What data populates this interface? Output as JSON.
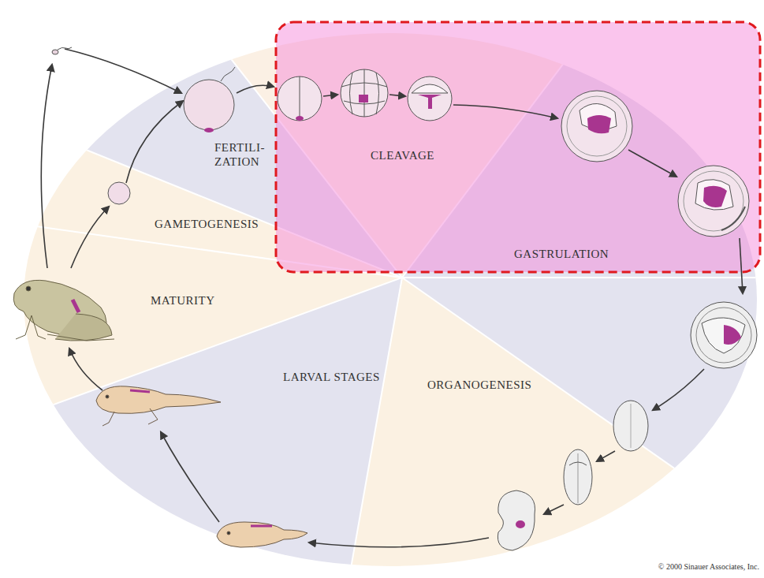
{
  "diagram": {
    "labels": [
      "FERTILI- ZATION",
      "CLEAVAGE",
      "GAMETOGENESIS",
      "GASTRULATION",
      "MATURITY",
      "LARVAL STAGES",
      "ORGANOGENESIS",
      "© 2000 Sinauer Associates, Inc."
    ]
  }
}
